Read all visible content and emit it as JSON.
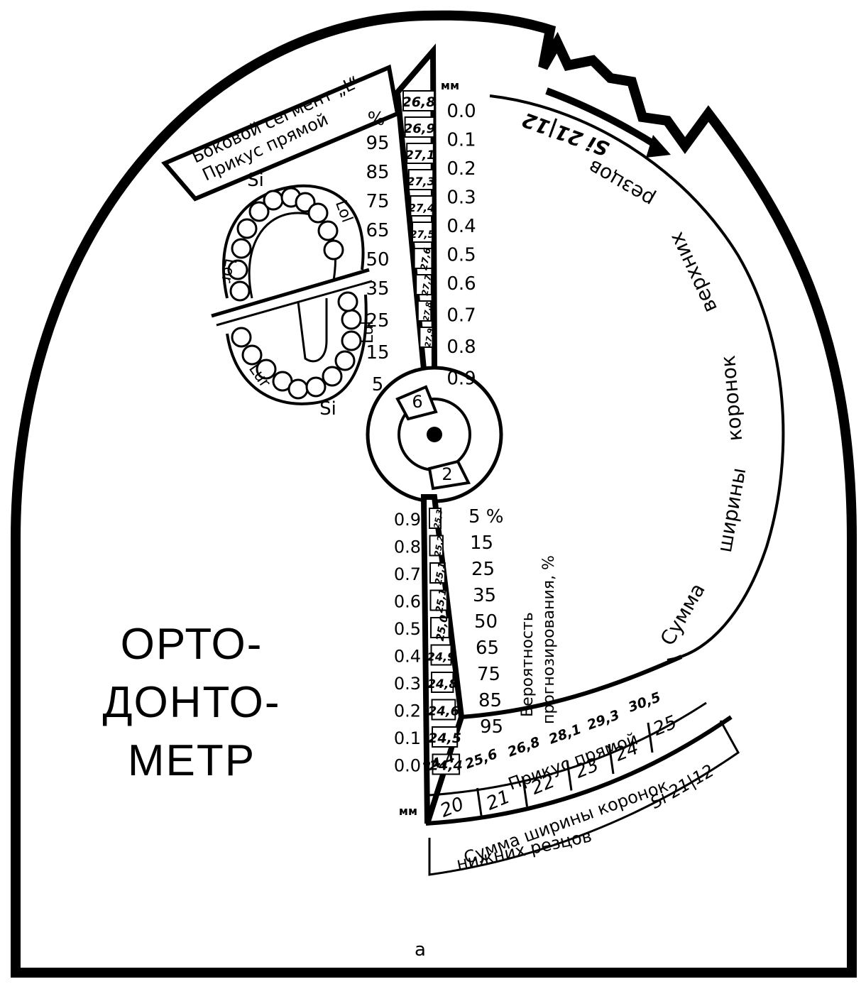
{
  "device": {
    "title_lines": [
      "ОРТО-",
      "ДОНТО-",
      "МЕТР"
    ],
    "caption": "а"
  },
  "upper_window": {
    "header_line1": "Боковой сегмент „L“",
    "header_line2": "Прикус прямой",
    "unit_mm": "мм",
    "percent_sign": "%",
    "percent_labels": [
      "95",
      "85",
      "75",
      "65",
      "50",
      "35",
      "25",
      "15",
      "5"
    ],
    "mm_labels": [
      "0.0",
      "0.1",
      "0.2",
      "0.3",
      "0.4",
      "0.5",
      "0.6",
      "0.7",
      "0.8",
      "0.9"
    ],
    "values": [
      "26,8",
      "26,9",
      "27,1",
      "27,3",
      "27,4",
      "27,5",
      "27,6",
      "27,7",
      "27,8",
      "27,9"
    ]
  },
  "upper_arc": {
    "marker": "Si 21|12",
    "words": [
      "резцов",
      "верхних",
      "коронок",
      "ширины",
      "Сумма"
    ]
  },
  "hub": {
    "top_digit": "6",
    "bottom_digit": "2"
  },
  "lower_window": {
    "mm_labels": [
      "0.9",
      "0.8",
      "0.7",
      "0.6",
      "0.5",
      "0.4",
      "0.3",
      "0.2",
      "0.1",
      "0.0"
    ],
    "percent_labels": [
      "5 %",
      "15",
      "25",
      "35",
      "50",
      "65",
      "75",
      "85",
      "95"
    ],
    "values": [
      "25,3",
      "25,2",
      "25,1",
      "25,1",
      "25,0",
      "24,9",
      "24,8",
      "24,6",
      "24,5",
      "24,4"
    ],
    "probability_line1": "Вероятность",
    "probability_line2": "прогнозирования, %",
    "unit_mm": "мм"
  },
  "lower_scale": {
    "bite_label": "Прикус прямой",
    "upper_sums": [
      "24,4",
      "25,6",
      "26,8",
      "28,1",
      "29,3",
      "30,5"
    ],
    "lower_sums": [
      "20",
      "21",
      "22",
      "23",
      "24",
      "25"
    ],
    "label_line1": "Сумма ширины коронок",
    "label_line2": "нижних резцов",
    "marker": "Si 21|12"
  },
  "dental_chart": {
    "labels": [
      "Si",
      "Lol",
      "Lor",
      "Lul",
      "Lur",
      "Si"
    ]
  }
}
